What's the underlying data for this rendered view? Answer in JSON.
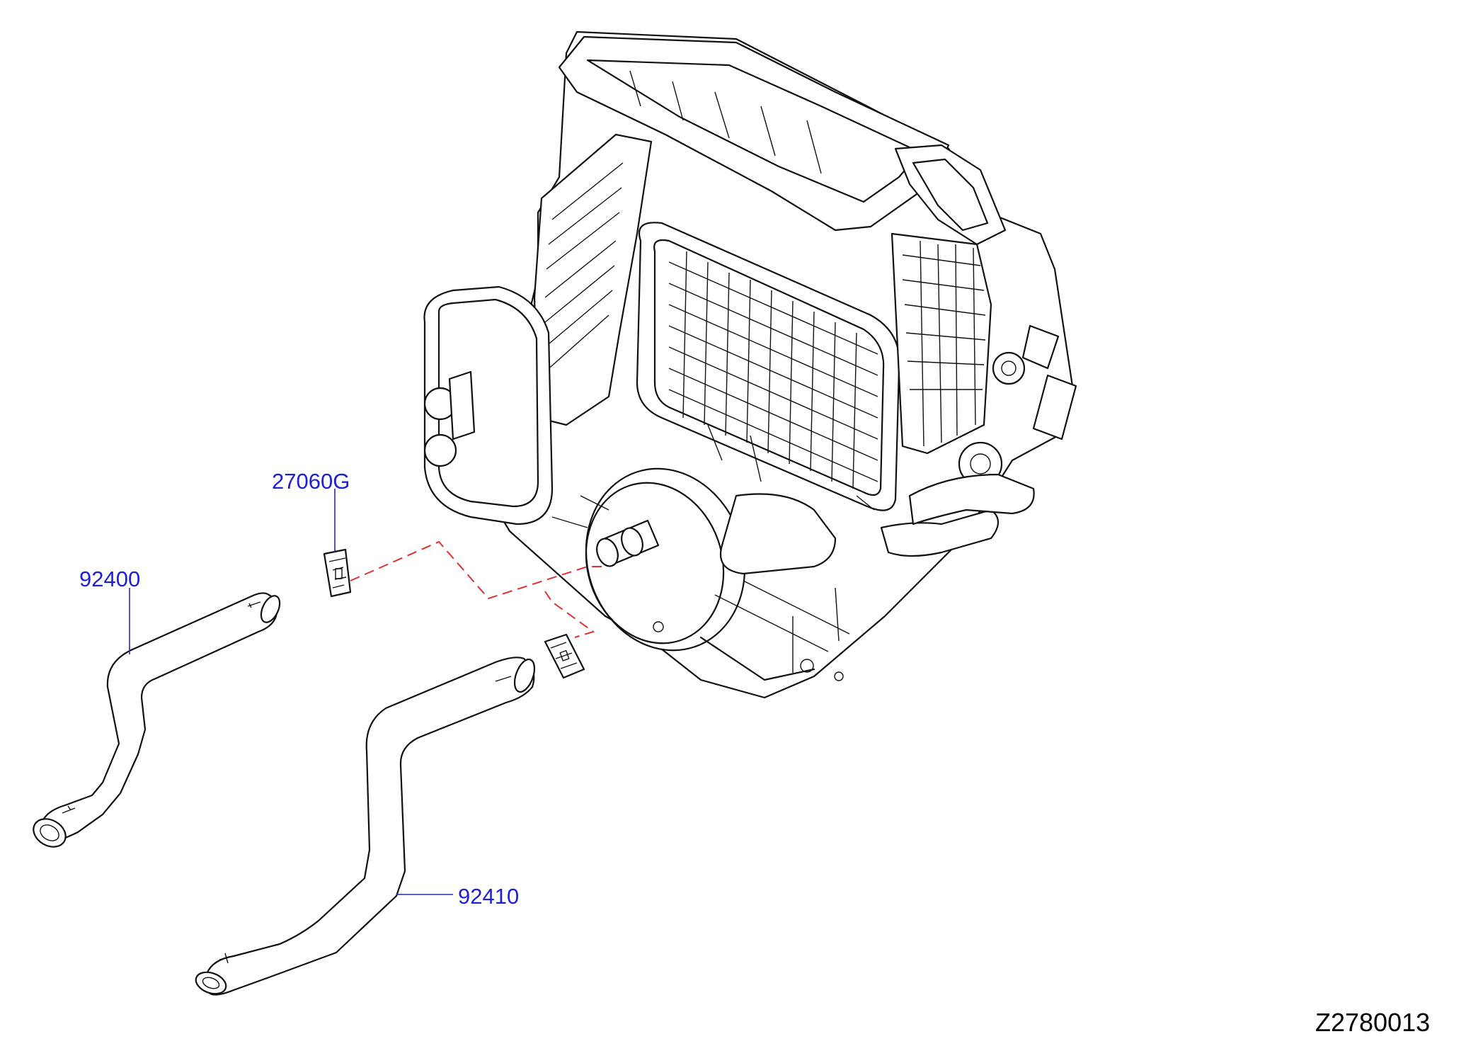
{
  "callouts": {
    "part_27060g": "27060G",
    "part_92400": "92400",
    "part_92410": "92410"
  },
  "reference_code": "Z2780013",
  "colors": {
    "callout_text": "#1f1fd6",
    "connector_dash": "#e03030",
    "linework": "#111111"
  }
}
